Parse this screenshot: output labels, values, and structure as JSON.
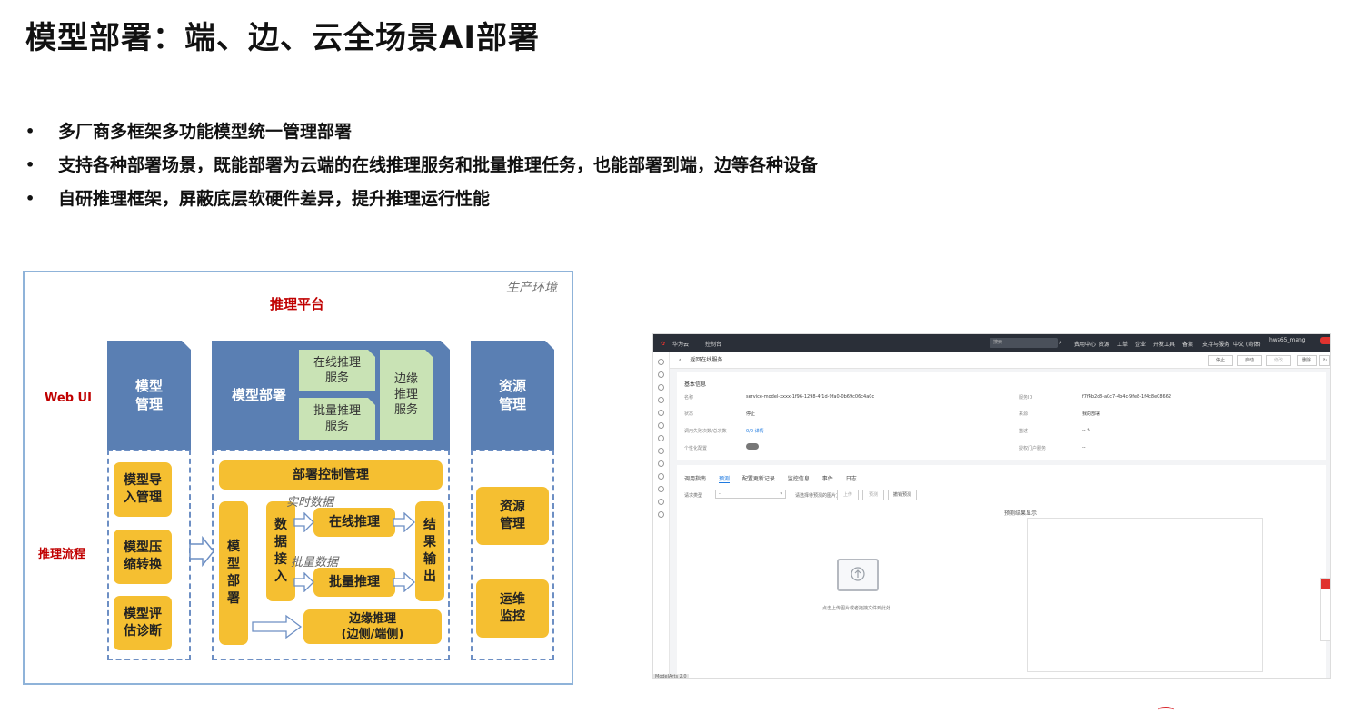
{
  "slide": {
    "title": "模型部署：端、边、云全场景AI部署",
    "bullets": [
      "多厂商多框架多功能模型统一管理部署",
      "支持各种部署场景，既能部署为云端的在线推理服务和批量推理任务，也能部署到端，边等各种设备",
      "自研推理框架，屏蔽底层软硬件差异，提升推理运行性能"
    ],
    "bullet_marker": "•"
  },
  "diagram": {
    "env_label": "生产环境",
    "platform_title": "推理平台",
    "row_labels": {
      "webui": "Web UI",
      "flow": "推理流程"
    },
    "heads": {
      "model_mgmt": "模型\n管理",
      "model_deploy": "模型部署",
      "resource_mgmt": "资源\n管理"
    },
    "green_tabs": {
      "online": "在线推理\n服务",
      "batch": "批量推理\n服务",
      "edge": "边缘\n推理\n服务"
    },
    "left_col": [
      "模型导\n入管理",
      "模型压\n缩转换",
      "模型评\n估诊断"
    ],
    "center": {
      "deploy_control": "部署控制管理",
      "model_deploy_v": "模\n型\n部\n署",
      "data_in": "数\n据\n接\n入",
      "online": "在线推理",
      "batch": "批量推理",
      "result": "结\n果\n输\n出",
      "edge": "边缘推理\n(边侧/端侧)",
      "realtime_label": "实时数据",
      "batch_label": "批量数据"
    },
    "right_col": [
      "资源\n管理",
      "运维\n监控"
    ],
    "colors": {
      "head": "#5a7fb3",
      "pill": "#f5bf31",
      "green": "#c9e3b5",
      "red": "#c00000"
    }
  },
  "console": {
    "brand": "华为云",
    "region": "控制台",
    "search_placeholder": "搜索",
    "top_links": [
      "费用中心",
      "资源",
      "工单",
      "企业",
      "开发工具",
      "备案",
      "支持与服务",
      "中文 (简体)",
      "hws65_mang"
    ],
    "back_title": "返回在线服务",
    "header_buttons": [
      "停止",
      "启动",
      "修改",
      "删除"
    ],
    "basic_info_title": "基本信息",
    "fields": [
      {
        "label": "名称",
        "value": "service-model-xxxx-1f96-1298-4f1d-9fa0-0b69c06c4a0c"
      },
      {
        "label": "状态",
        "value": "停止"
      },
      {
        "label": "调用失败次数/总次数",
        "value": "0/0 详情"
      },
      {
        "label": "个性化配置",
        "value": ""
      },
      {
        "label": "服务ID",
        "value": "f7f4b2c8-a0c7-4b4c-9fe8-1f4c8e08662"
      },
      {
        "label": "来源",
        "value": "我的部署"
      },
      {
        "label": "描述",
        "value": "-- ✎"
      },
      {
        "label": "授权门户服务",
        "value": "--"
      }
    ],
    "tabs": [
      "调用指南",
      "预测",
      "配置更新记录",
      "监控信息",
      "事件",
      "日志"
    ],
    "active_tab": "预测",
    "request_type_label": "请求类型",
    "request_type_value": "-",
    "upload_hint_label": "请选择待预测的图片文件",
    "upload_btn": "上传",
    "predict_btn": "预测",
    "clear_btn": "撤销预测",
    "upload_tip": "点击上传图片或者拖拽文件到此处",
    "result_title": "预测结果显示",
    "version_badge": "ModelArts 2.0"
  }
}
